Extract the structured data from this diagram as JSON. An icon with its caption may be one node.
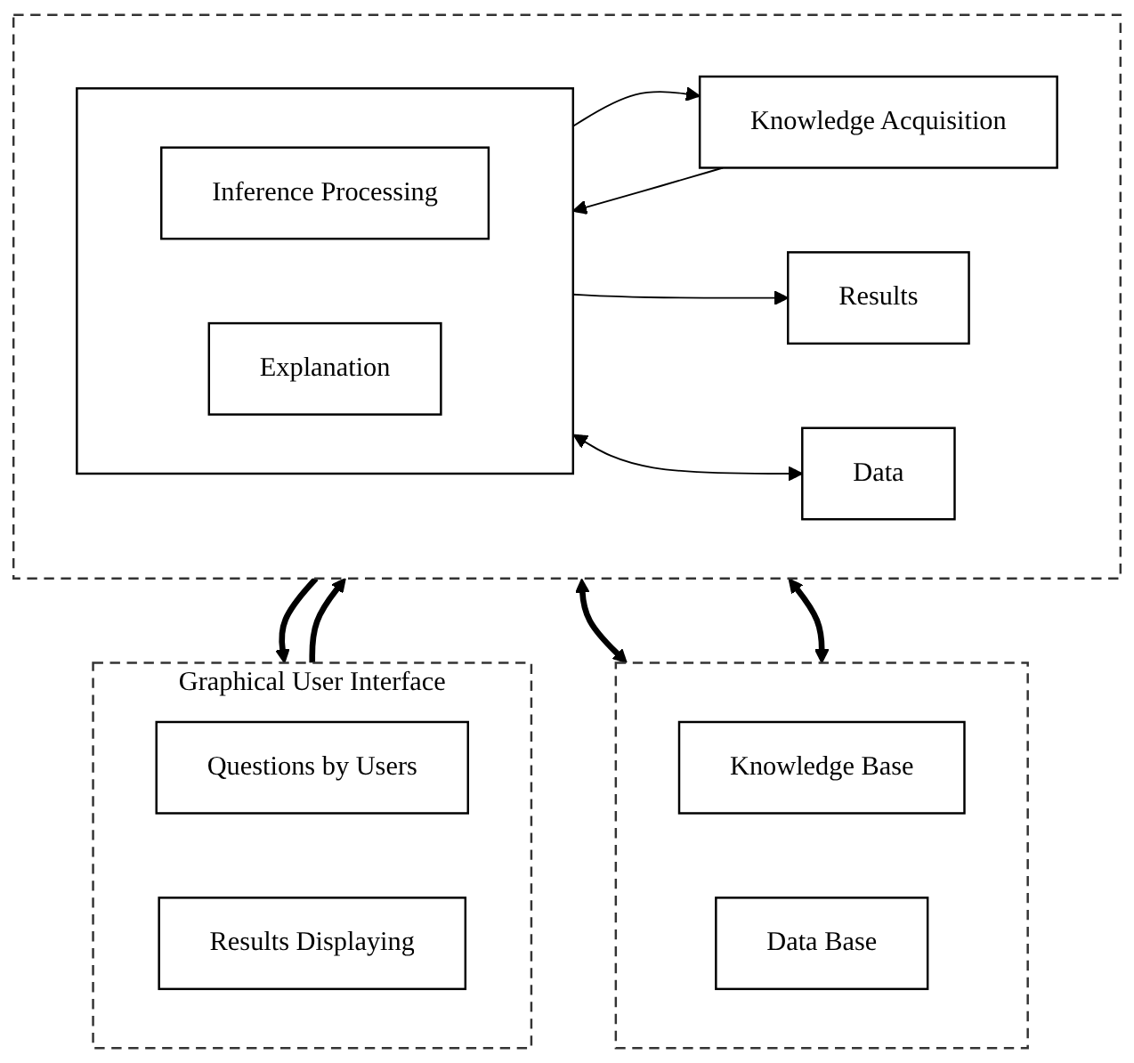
{
  "diagram": {
    "nodes": [
      {
        "text": [
          "Graphical User Interface"
        ]
      },
      {
        "text": [
          "Questions by Users"
        ],
        "in": 0
      },
      {
        "text": [
          "Results Displaying"
        ],
        "in": 0
      },
      {
        "text": [],
        "shape": "box"
      },
      {
        "text": [
          "Knowledge Acquisition"
        ],
        "in": 3
      },
      {
        "text": [],
        "shape": "box",
        "in": 3
      },
      {
        "text": [
          "Inference Processing"
        ],
        "in": 5
      },
      {
        "text": [
          "Explanation"
        ],
        "in": 5
      },
      {
        "text": [
          "Results"
        ],
        "in": 3
      },
      {
        "text": [
          "Data"
        ],
        "in": 3
      },
      {
        "text": [],
        "shape": "box"
      },
      {
        "text": [
          "Knowledge Base"
        ],
        "in": 10
      },
      {
        "text": [
          "Data Base"
        ],
        "in": 10
      }
    ],
    "edges": [
      {
        "from": 0,
        "to": 3,
        "arrow": "to",
        "style": "thick"
      },
      {
        "from": 3,
        "to": 0,
        "arrow": "to",
        "style": "thick"
      },
      {
        "from": 4,
        "to": 5,
        "arrow": "to"
      },
      {
        "from": 5,
        "to": 4,
        "arrow": "to"
      },
      {
        "from": 5,
        "to": 8,
        "arrow": "to"
      },
      {
        "from": 5,
        "to": 9,
        "arrow": "both"
      },
      {
        "from": 3,
        "to": 10,
        "arrow": "both",
        "style": "thick"
      },
      {
        "from": 3,
        "to": 10,
        "arrow": "both",
        "style": "thick"
      }
    ]
  }
}
